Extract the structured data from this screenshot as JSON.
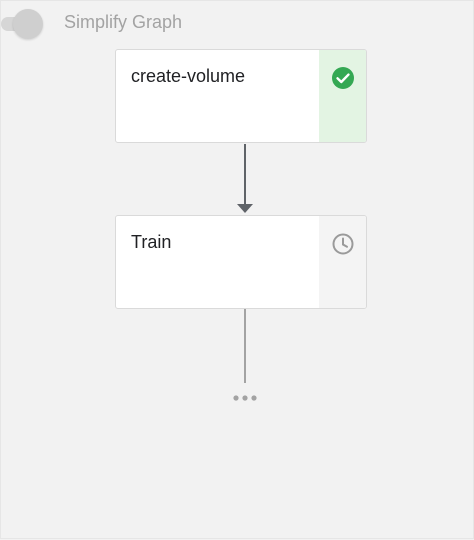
{
  "toolbar": {
    "toggle_label": "Simplify Graph",
    "toggle_on": false
  },
  "graph": {
    "nodes": [
      {
        "label": "create-volume",
        "status": "succeeded",
        "icon": "check-circle-icon"
      },
      {
        "label": "Train",
        "status": "pending",
        "icon": "clock-icon"
      }
    ],
    "continuation": "more-nodes-ellipsis"
  },
  "colors": {
    "success": "#34a853",
    "success_bg": "#e3f4e3",
    "pending_icon": "#9a9a9a",
    "edge": "#5f6368"
  }
}
